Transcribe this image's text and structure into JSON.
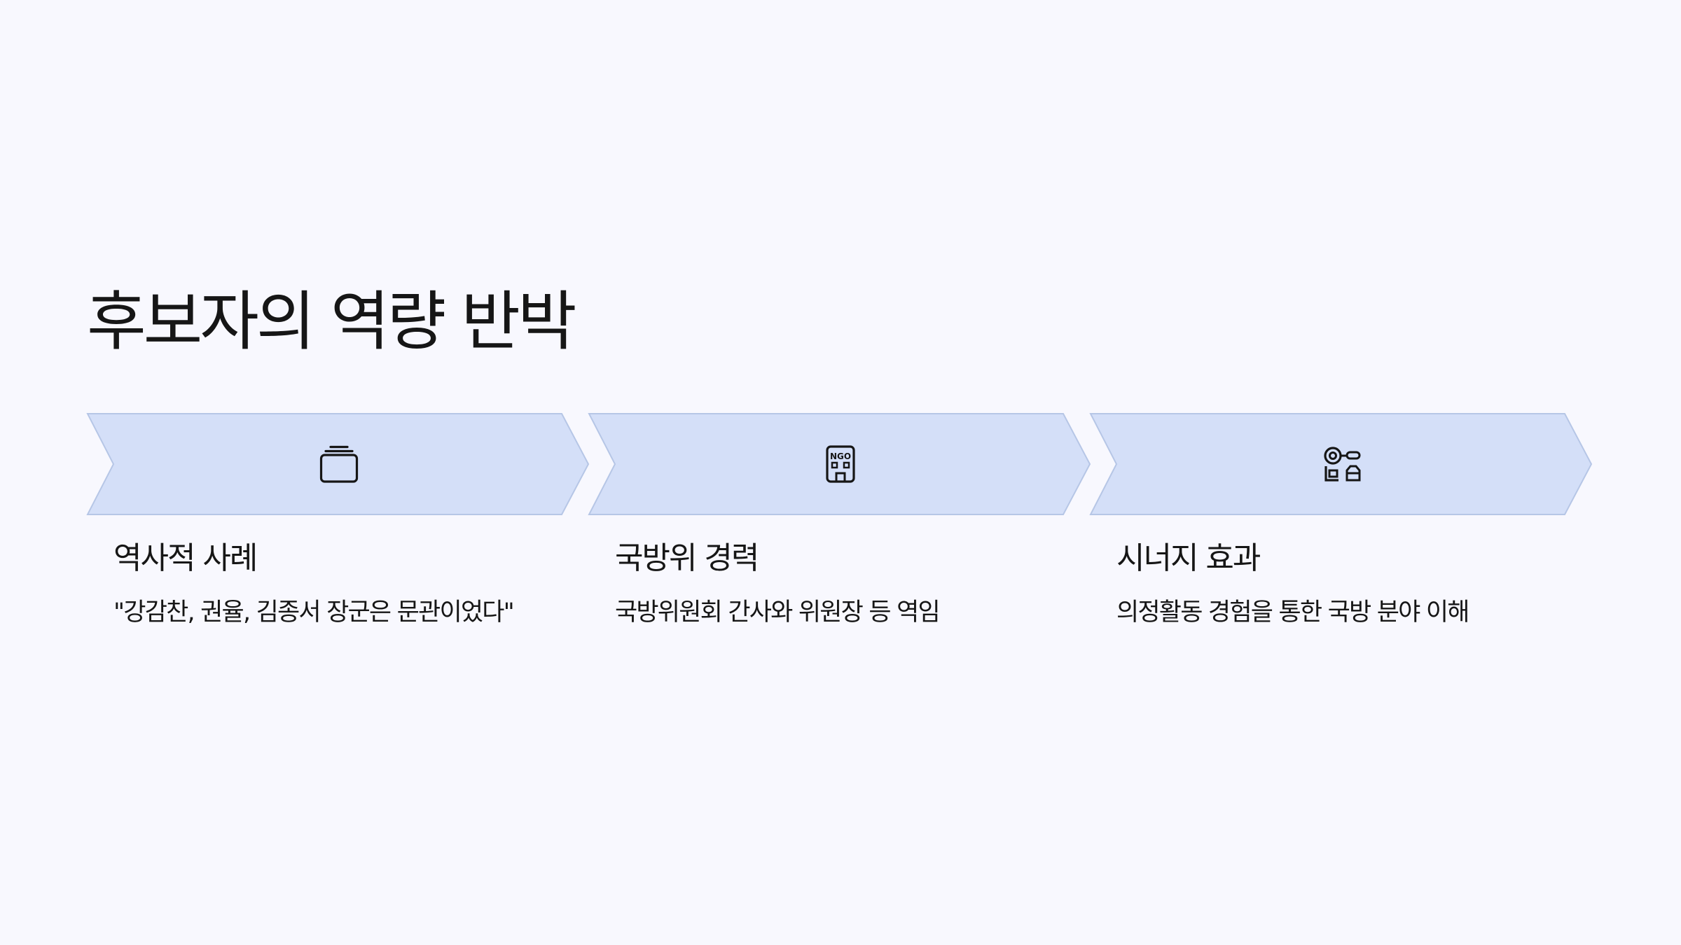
{
  "slide": {
    "title": "후보자의 역량 반박",
    "colors": {
      "background": "#f8f8fe",
      "chevron_fill": "#d4dff8",
      "chevron_stroke": "#b6c6e6",
      "text": "#161616"
    },
    "steps": [
      {
        "icon": "wallet-icon",
        "title": "역사적 사례",
        "description": "\"강감찬, 권율, 김종서 장군은 문관이었다\""
      },
      {
        "icon": "ngo-building-icon",
        "title": "국방위 경력",
        "description": "국방위원회 간사와 위원장 등 역임"
      },
      {
        "icon": "synergy-icon",
        "title": "시너지 효과",
        "description": "의정활동 경험을 통한 국방 분야 이해"
      }
    ]
  }
}
